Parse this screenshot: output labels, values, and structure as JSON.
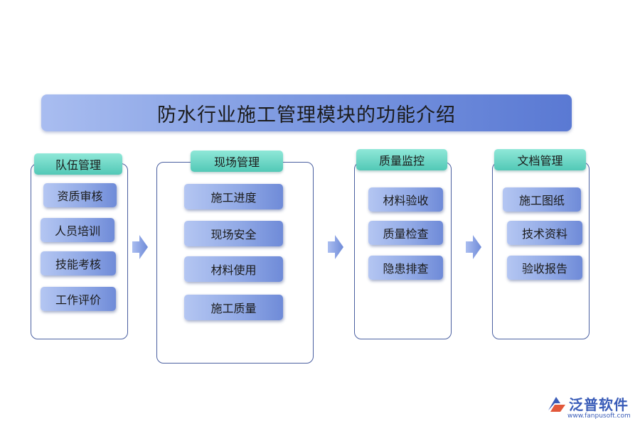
{
  "title": "防水行业施工管理模块的功能介绍",
  "columns": [
    {
      "header": "队伍管理",
      "items": [
        "资质审核",
        "人员培训",
        "技能考核",
        "工作评价"
      ]
    },
    {
      "header": "现场管理",
      "items": [
        "施工进度",
        "现场安全",
        "材料使用",
        "施工质量"
      ]
    },
    {
      "header": "质量监控",
      "items": [
        "材料验收",
        "质量检查",
        "隐患排查"
      ]
    },
    {
      "header": "文档管理",
      "items": [
        "施工图纸",
        "技术资料",
        "验收报告"
      ]
    }
  ],
  "logo": {
    "name": "泛普软件",
    "url": "www.fanpusoft.com"
  },
  "colors": {
    "title_gradient": [
      "#a9bdf0",
      "#5a79d3"
    ],
    "header_gradient": [
      "#8fe8d8",
      "#52c8b6"
    ],
    "item_gradient": [
      "#b4c6f2",
      "#6f8bd8"
    ],
    "panel_border": "#4a5fa0",
    "arrow": "#6f8bd8"
  }
}
